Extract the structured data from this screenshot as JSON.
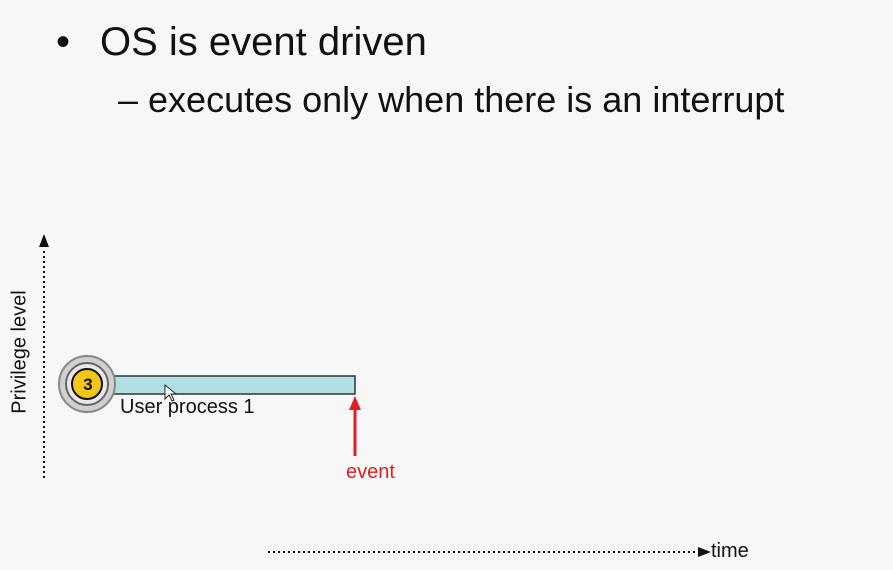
{
  "slide": {
    "bullet": "OS is event driven",
    "bullet_marker": "•",
    "sub_bullet": "– executes only when there is an interrupt"
  },
  "diagram": {
    "y_axis_label": "Privilege level",
    "x_axis_label": "time",
    "process": {
      "label": "User process 1",
      "privilege_badge": "3",
      "bar_color": "#b0e0e4",
      "badge_color": "#f5c518"
    },
    "event": {
      "label": "event",
      "color": "#e02020"
    }
  }
}
